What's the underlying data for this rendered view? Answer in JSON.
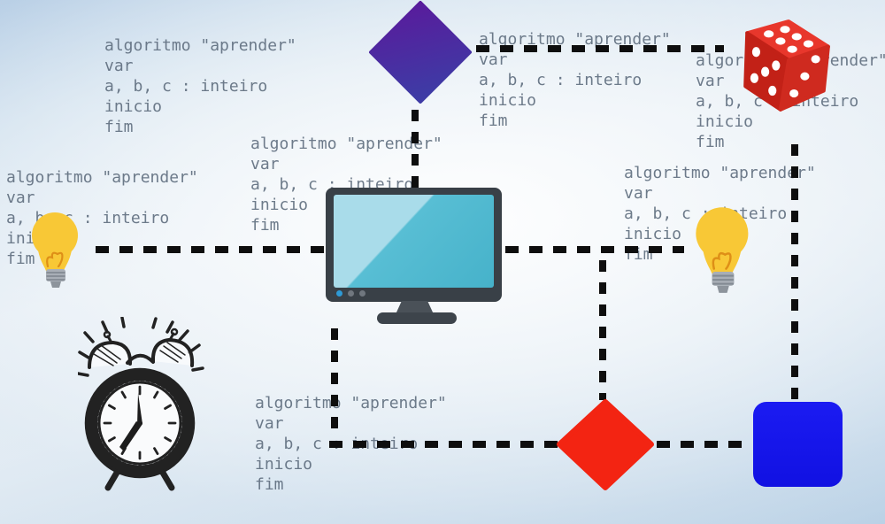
{
  "code": {
    "text": "algoritmo \"aprender\"\nvar\na, b, c : inteiro\ninicio\nfim"
  },
  "shapes": {
    "purple_diamond": {
      "fill_top": "#5c189b",
      "fill_bottom": "#3e3ba5"
    },
    "red_diamond": {
      "fill": "#f32412"
    },
    "blue_square": {
      "fill": "#1616ee"
    },
    "dice": {
      "body_top": "#e8372c",
      "body_left": "#c22117",
      "body_right": "#cf2a1f",
      "pip_color": "#ffffff",
      "pips_top_face": 6,
      "pips_left_face": 5,
      "pips_right_face": 3
    },
    "lightbulb": {
      "glass": "#f8c836",
      "base": "#a8aeb6",
      "tip": "#8d949c",
      "filament": "#de8f17"
    },
    "monitor": {
      "frame": "#394047",
      "screen": "#46b2ca",
      "screen_highlight": "#a9dcea",
      "power_dot": "#2e9ad6",
      "dot_gray": "#70777f"
    },
    "clock": {
      "stroke": "#222222"
    },
    "connector_color": "#0e0e0e"
  }
}
